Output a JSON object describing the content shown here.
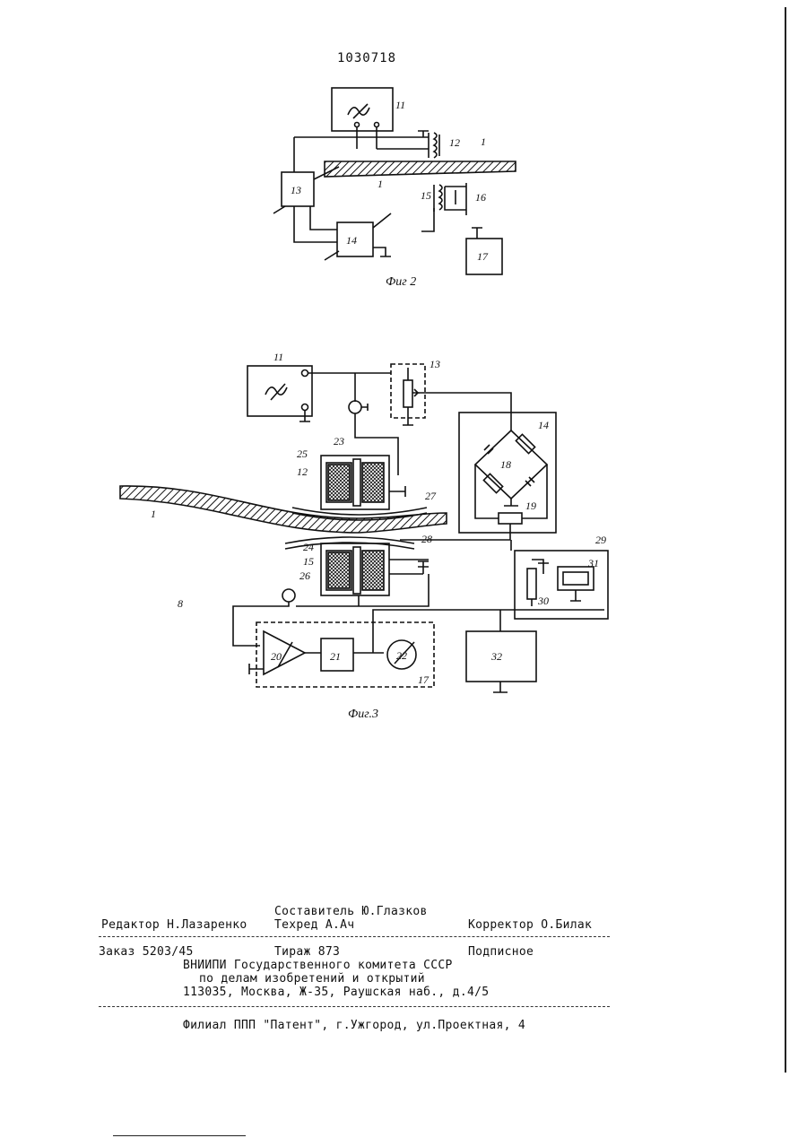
{
  "patent_number": "1030718",
  "fig2": {
    "caption": "Фиг 2",
    "labels": {
      "l11": "11",
      "l12": "12",
      "l1a": "1",
      "l1b": "1",
      "l13": "13",
      "l14": "14",
      "l15": "15",
      "l16": "16",
      "l17": "17"
    }
  },
  "fig3": {
    "caption": "Фиг.3",
    "labels": {
      "l11": "11",
      "l13": "13",
      "l14": "14",
      "l23": "23",
      "l25": "25",
      "l12": "12",
      "l18": "18",
      "l27": "27",
      "l1": "1",
      "l19": "19",
      "l24": "24",
      "l28": "28",
      "l15": "15",
      "l26": "26",
      "l29": "29",
      "l31": "31",
      "l30": "30",
      "l8": "8",
      "l20": "20",
      "l21": "21",
      "l22": "22",
      "l17": "17",
      "l32": "32"
    }
  },
  "imprint": {
    "compiler": "Составитель Ю.Глазков",
    "editor": "Редактор Н.Лазаренко",
    "techred": "Техред А.Ач",
    "corrector": "Корректор О.Билак",
    "order": "Заказ 5203/45",
    "circulation": "Тираж 873",
    "subscription": "Подписное",
    "org1": "ВНИИПИ Государственного комитета СССР",
    "org2": "по делам изобретений и открытий",
    "address": "113035, Москва, Ж-35, Раушская наб., д.4/5",
    "branch": "Филиал ППП \"Патент\", г.Ужгород, ул.Проектная, 4"
  }
}
